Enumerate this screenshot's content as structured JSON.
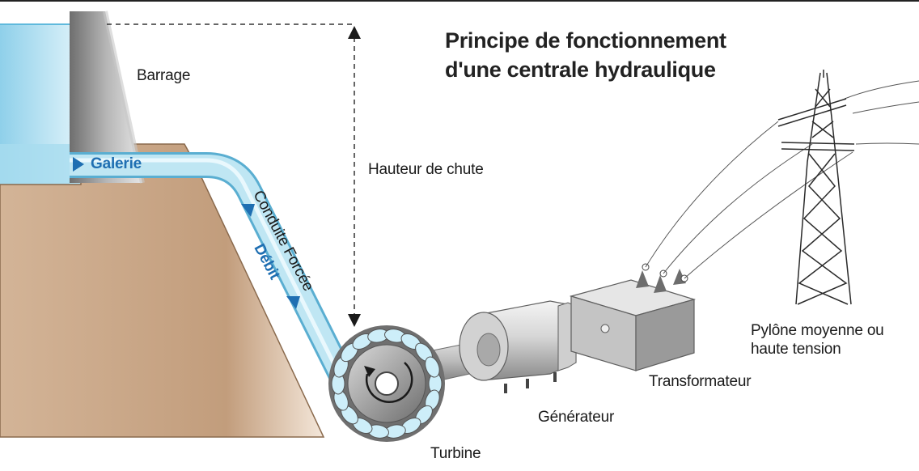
{
  "title": {
    "line1": "Principe de fonctionnement",
    "line2": "d'une centrale hydraulique"
  },
  "labels": {
    "barrage": "Barrage",
    "galerie": "Galerie",
    "hauteur_de_chute": "Hauteur de chute",
    "conduite_forcee": "Conduite Forcée",
    "debit": "Débit",
    "turbine": "Turbine",
    "generateur": "Générateur",
    "transformateur": "Transformateur",
    "pylone_line1": "Pylône moyenne ou",
    "pylone_line2": "haute tension"
  },
  "colors": {
    "water": "#bfe6f3",
    "water_dark": "#5fb9dc",
    "ground": "#c9a788",
    "dam": "#9e9e9e",
    "accent_blue": "#1f6fb2",
    "pipe": "#9fd5ea"
  }
}
